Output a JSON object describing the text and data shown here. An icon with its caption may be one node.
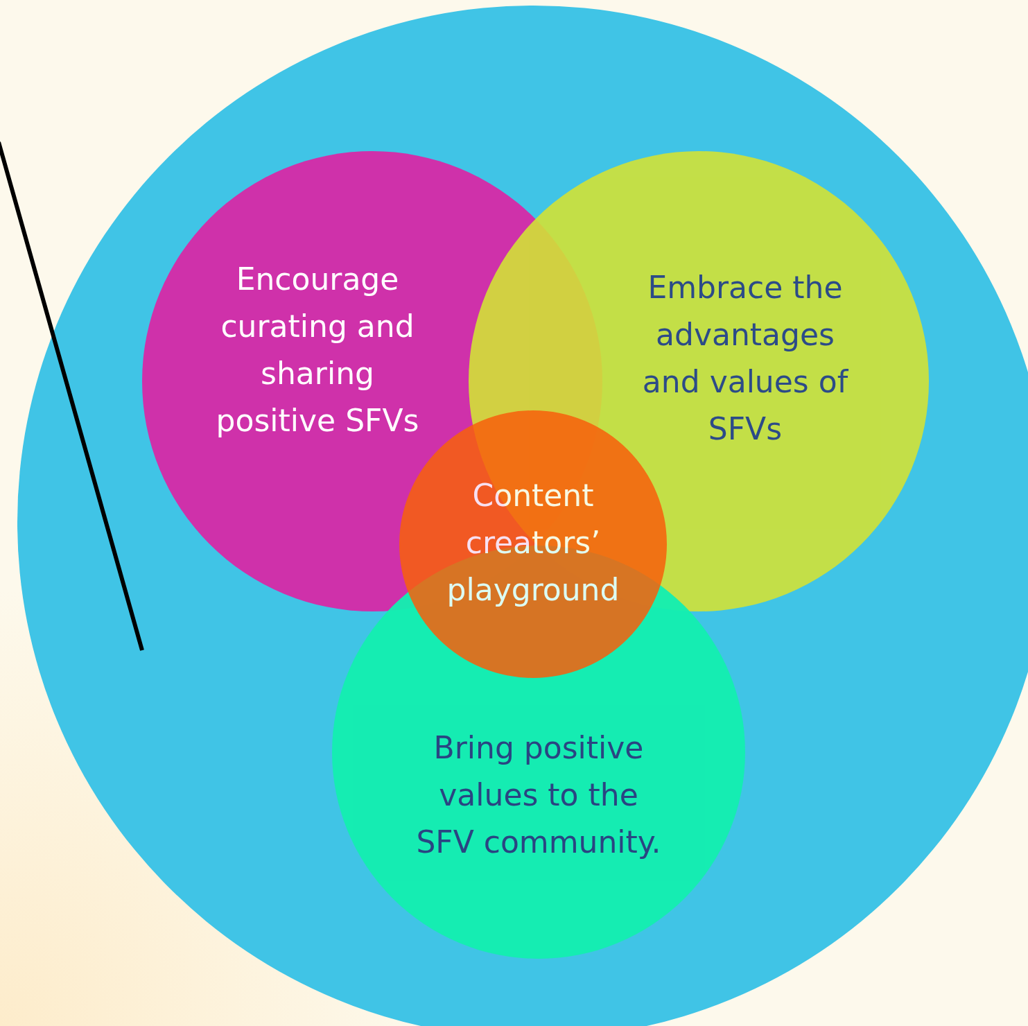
{
  "diagram": {
    "nodes": [
      {
        "text": [],
        "shape": "circle"
      },
      {
        "text": [
          "Encourage curating and sharing positive SFVs"
        ],
        "in": 0
      },
      {
        "text": [
          "Embrace the advantages and values of SFVs"
        ],
        "in": 0
      },
      {
        "text": [
          "Content creators’ playground"
        ],
        "in": 0
      },
      {
        "text": [
          "Bring positive values to the SFV community."
        ],
        "in": 0
      }
    ]
  }
}
